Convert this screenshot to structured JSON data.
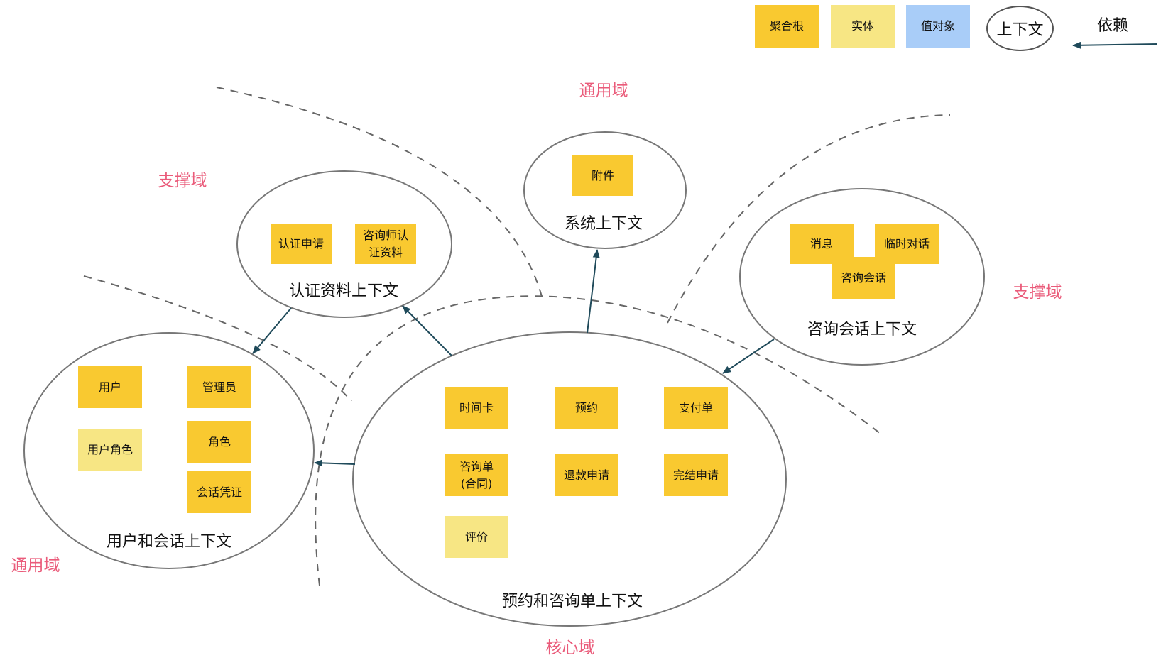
{
  "legend": {
    "aggregate_root": "聚合根",
    "entity": "实体",
    "value_object": "值对象",
    "context": "上下文",
    "dependency": "依赖"
  },
  "domains": {
    "generic_top": "通用域",
    "support_left": "支撑域",
    "support_right": "支撑域",
    "generic_left": "通用域",
    "core": "核心域"
  },
  "contexts": {
    "auth": {
      "name": "认证资料上下文",
      "items": [
        "认证申请",
        "咨询师认\n证资料"
      ]
    },
    "system": {
      "name": "系统上下文",
      "items": [
        "附件"
      ]
    },
    "consult_session": {
      "name": "咨询会话上下文",
      "items": [
        "消息",
        "临时对话",
        "咨询会话"
      ]
    },
    "user_session": {
      "name": "用户和会话上下文",
      "items": [
        "用户",
        "管理员",
        "用户角色",
        "角色",
        "会话凭证"
      ]
    },
    "booking": {
      "name": "预约和咨询单上下文",
      "items": [
        "时间卡",
        "预约",
        "支付单",
        "咨询单\n(合同)",
        "退款申请",
        "完结申请",
        "评价"
      ]
    }
  },
  "colors": {
    "aggregate_root": "#f9c930",
    "entity": "#f7e684",
    "value_object": "#a9cdf8",
    "domain_label": "#ea5b7a",
    "arrow": "#1f4a5a"
  }
}
